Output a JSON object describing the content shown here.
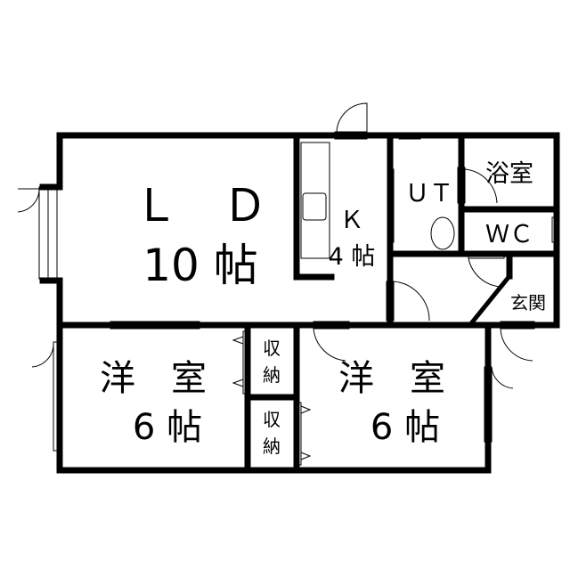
{
  "rooms": {
    "ld": {
      "name": "Ｌ　Ｄ",
      "size": "10 帖"
    },
    "kitchen": {
      "name": "Ｋ",
      "size": "4 帖"
    },
    "utility": {
      "name": "ＵＴ"
    },
    "bath": {
      "name": "浴室"
    },
    "wc": {
      "name": "ＷＣ"
    },
    "entrance": {
      "name": "玄関"
    },
    "western_left": {
      "name": "洋　室",
      "size": "6 帖"
    },
    "western_right": {
      "name": "洋　室",
      "size": "6 帖"
    },
    "closet_upper": {
      "line1": "収",
      "line2": "納"
    },
    "closet_lower": {
      "line1": "収",
      "line2": "納"
    }
  }
}
